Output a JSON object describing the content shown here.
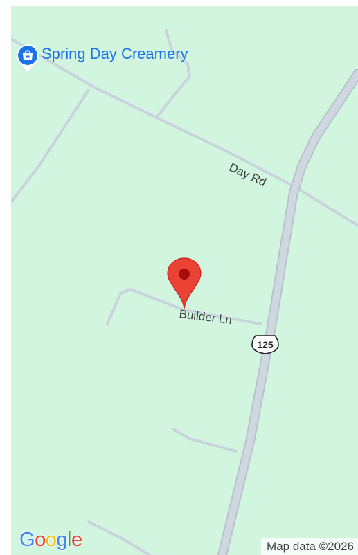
{
  "map": {
    "background_color": "#d2f5e0",
    "road_color": "#c9d3dc",
    "highway_fill": "#c9d3dc",
    "highway_edge": "#b7c2cc"
  },
  "poi": {
    "name": "Spring Day Creamery",
    "icon": "shopping-bag-icon",
    "pin_color": "#1a73e8",
    "label_color": "#1a73e8"
  },
  "streets": {
    "day_rd": "Day Rd",
    "builder_ln": "Builder Ln"
  },
  "route_shield": {
    "number": "125",
    "icon": "highway-shield-icon"
  },
  "marker": {
    "icon": "location-pin-icon",
    "color": "#ea4335",
    "dot_color": "#a50e0e"
  },
  "logo": {
    "letters": [
      {
        "char": "G",
        "color": "#4285f4"
      },
      {
        "char": "o",
        "color": "#ea4335"
      },
      {
        "char": "o",
        "color": "#fbbc05"
      },
      {
        "char": "g",
        "color": "#4285f4"
      },
      {
        "char": "l",
        "color": "#34a853"
      },
      {
        "char": "e",
        "color": "#ea4335"
      }
    ]
  },
  "attribution": "Map data ©2026"
}
